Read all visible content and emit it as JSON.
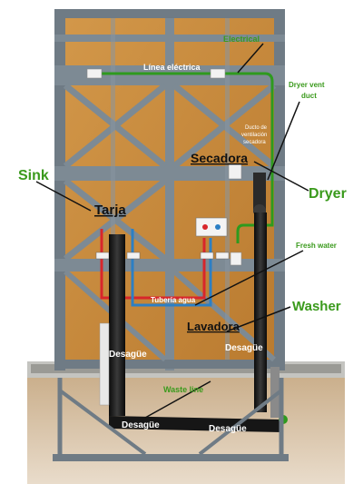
{
  "labels": {
    "electrical": "Electrical",
    "linea_electrica": "Línea eléctrica",
    "dryer_vent_duct": "Dryer vent duct",
    "ducto_ventilacion_1": "Ducto de",
    "ducto_ventilacion_2": "ventilación",
    "ducto_ventilacion_3": "secadora",
    "secadora": "Secadora",
    "dryer": "Dryer",
    "sink": "Sink",
    "tarja": "Tarja",
    "fresh_water": "Fresh water",
    "tuberia_agua": "Tubería agua",
    "washer": "Washer",
    "lavadora": "Lavadora",
    "desague_left": "Desagüe",
    "desague_right": "Desagüe",
    "waste_line": "Waste line",
    "desague_bottom_left": "Desagüe",
    "desague_bottom_right": "Desagüe"
  },
  "colors": {
    "plywood": "#c98b3a",
    "frame": "#7d8a94",
    "electrical_green": "#2e9a1e",
    "hot_water": "#d8262b",
    "cold_water": "#2c7fc4",
    "drain_pipe": "#1a1a1a",
    "soil": "#b79a78",
    "label_green": "#3a9a1c"
  }
}
